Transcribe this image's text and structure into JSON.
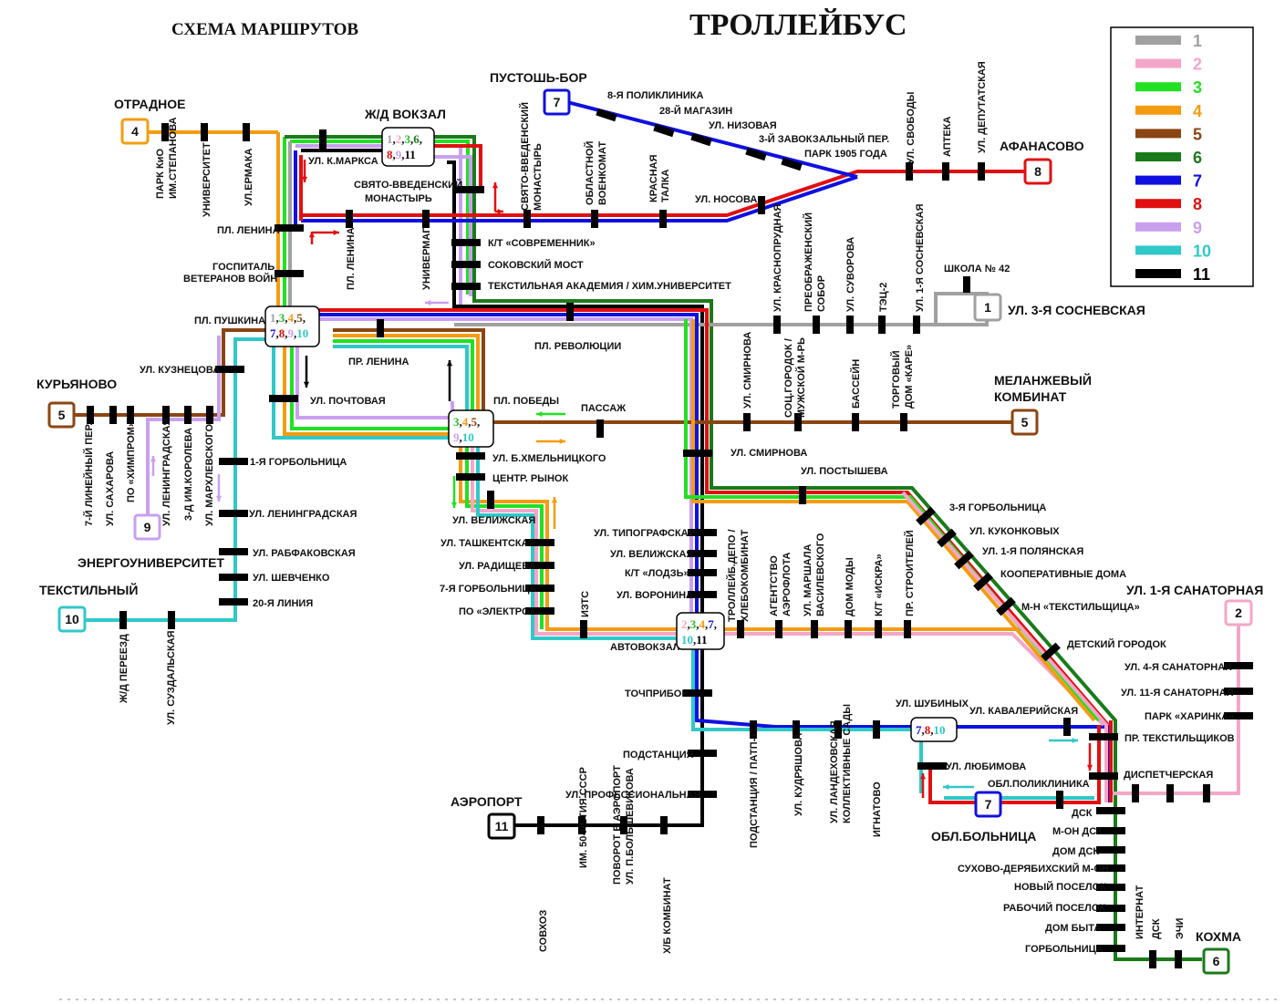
{
  "title_left": "СХЕМА МАРШРУТОВ",
  "title_right": "ТРОЛЛЕЙБУС",
  "legend": [
    {
      "label": "1",
      "color": "#a0a0a0"
    },
    {
      "label": "2",
      "color": "#f4a6c8"
    },
    {
      "label": "3",
      "color": "#22e022"
    },
    {
      "label": "4",
      "color": "#f39c12"
    },
    {
      "label": "5",
      "color": "#8b4513"
    },
    {
      "label": "6",
      "color": "#1a7a1a"
    },
    {
      "label": "7",
      "color": "#1010e0"
    },
    {
      "label": "8",
      "color": "#e01010"
    },
    {
      "label": "9",
      "color": "#c9a0f0"
    },
    {
      "label": "10",
      "color": "#30c8c8"
    },
    {
      "label": "11",
      "color": "#000000"
    }
  ],
  "terminals": {
    "otradnoe": {
      "name": "ОТРАДНОЕ",
      "num": "4"
    },
    "pustosh": {
      "name": "ПУСТОШЬ-БОР",
      "num": "7"
    },
    "afanasovo": {
      "name": "АФАНАСОВО",
      "num": "8"
    },
    "sosnevskaya": {
      "name": "УЛ. 3-Я СОСНЕВСКАЯ",
      "num": "1"
    },
    "kuryanovo": {
      "name": "КУРЬЯНОВО",
      "num": "5"
    },
    "melanzh": {
      "name": "МЕЛАНЖЕВЫЙ",
      "name2": "КОМБИНАТ",
      "num": "5"
    },
    "energo": {
      "name": "ЭНЕРГОУНИВЕРСИТЕТ",
      "num": "9"
    },
    "textilny": {
      "name": "ТЕКСТИЛЬНЫЙ",
      "num": "10"
    },
    "sanatornaya": {
      "name": "УЛ. 1-Я САНАТОРНАЯ",
      "num": "2"
    },
    "aeroport": {
      "name": "АЭРОПОРТ",
      "num": "11"
    },
    "oblbolnica": {
      "name": "ОБЛ.БОЛЬНИЦА",
      "num": "7"
    },
    "kohma": {
      "name": "КОХМА",
      "num": "6"
    }
  },
  "hubs": {
    "vokzal": {
      "name": "Ж/Д ВОКЗАЛ",
      "row1": [
        [
          "1",
          "#a0a0a0"
        ],
        [
          ",",
          ""
        ],
        [
          "2",
          "#f4a6c8"
        ],
        [
          ",",
          ""
        ],
        [
          "3",
          "#22c022"
        ],
        [
          ",",
          ""
        ],
        [
          "6",
          "#1a7a1a"
        ],
        [
          ",",
          ""
        ]
      ],
      "row2": [
        [
          "8",
          "#e01010"
        ],
        [
          ",",
          ""
        ],
        [
          "9",
          "#c9a0f0"
        ],
        [
          ",",
          ""
        ],
        [
          "11",
          "#000000"
        ]
      ]
    },
    "pushkina": {
      "row1": [
        [
          "1",
          "#a0a0a0"
        ],
        [
          ",",
          ""
        ],
        [
          "3",
          "#22c022"
        ],
        [
          ",",
          ""
        ],
        [
          "4",
          "#f39c12"
        ],
        [
          ",",
          ""
        ],
        [
          "5",
          "#8b4513"
        ],
        [
          ",",
          ""
        ]
      ],
      "row2": [
        [
          "7",
          "#1010e0"
        ],
        [
          ",",
          ""
        ],
        [
          "8",
          "#e01010"
        ],
        [
          ",",
          ""
        ],
        [
          "9",
          "#c9a0f0"
        ],
        [
          ",",
          ""
        ],
        [
          "10",
          "#30c8c8"
        ]
      ]
    },
    "pobedy": {
      "row1": [
        [
          "3",
          "#22c022"
        ],
        [
          ",",
          ""
        ],
        [
          "4",
          "#f39c12"
        ],
        [
          ",",
          ""
        ],
        [
          "5",
          "#8b4513"
        ],
        [
          ",",
          ""
        ]
      ],
      "row2": [
        [
          "9",
          "#c9a0f0"
        ],
        [
          ",",
          ""
        ],
        [
          "10",
          "#30c8c8"
        ]
      ]
    },
    "avtovokzal": {
      "row1": [
        [
          "2",
          "#f4a6c8"
        ],
        [
          ",",
          ""
        ],
        [
          "3",
          "#22c022"
        ],
        [
          ",",
          ""
        ],
        [
          "4",
          "#f39c12"
        ],
        [
          ",",
          ""
        ],
        [
          "7",
          "#1010e0"
        ],
        [
          ",",
          ""
        ]
      ],
      "row2": [
        [
          "10",
          "#30c8c8"
        ],
        [
          ",",
          ""
        ],
        [
          "11",
          "#000000"
        ]
      ]
    },
    "shubinyh": {
      "row1": [
        [
          "7",
          "#1010e0"
        ],
        [
          ",",
          ""
        ],
        [
          "8",
          "#e01010"
        ],
        [
          ",",
          ""
        ],
        [
          "10",
          "#30c8c8"
        ]
      ]
    }
  },
  "stops_h": [
    "УЛ. К.МАРКСА",
    "СВЯТО-ВВЕДЕНСКИЙ",
    "МОНАСТЫРЬ",
    "ПЛ. ЛЕНИНА",
    "ГОСПИТАЛЬ",
    "ВЕТЕРАНОВ ВОЙН",
    "ПЛ. ПУШКИНА",
    "К/Т «СОВРЕМЕННИК»",
    "СОКОВСКИЙ МОСТ",
    "ТЕКСТИЛЬНАЯ АКАДЕМИЯ / ХИМ.УНИВЕРСИТЕТ",
    "ПЛ. РЕВОЛЮЦИИ",
    "ПР. ЛЕНИНА",
    "УЛ. ПОЧТОВАЯ",
    "УЛ. КУЗНЕЦОВА",
    "ПЛ. ПОБЕДЫ",
    "ПАССАЖ",
    "УЛ. Б.ХМЕЛЬНИЦКОГО",
    "ЦЕНТР. РЫНОК",
    "УЛ. ВЕЛИЖСКАЯ",
    "УЛ. ТАШКЕНТСКАЯ",
    "УЛ. РАДИЩЕВА",
    "7-Я ГОРБОЛЬНИЦА",
    "ПО «ЭЛЕКТРО»",
    "1-Я ГОРБОЛЬНИЦА",
    "УЛ. ЛЕНИНГРАДСКАЯ",
    "УЛ. РАБФАКОВСКАЯ",
    "УЛ. ШЕВЧЕНКО",
    "20-Я ЛИНИЯ",
    "УЛ. СМИРНОВА",
    "УЛ. ПОСТЫШЕВА",
    "3-Я ГОРБОЛЬНИЦА",
    "УЛ. КУКОНКОВЫХ",
    "УЛ. 1-Я ПОЛЯНСКАЯ",
    "КООПЕРАТИВНЫЕ ДОМА",
    "М-Н «ТЕКСТИЛЬЩИЦА»",
    "ДЕТСКИЙ ГОРОДОК",
    "УЛ. ТИПОГРАФСКАЯ",
    "УЛ. ВЕЛИЖСКАЯ",
    "К/Т «ЛОДЗЬ»",
    "УЛ. ВОРОНИНА",
    "АВТОВОКЗАЛ",
    "ТОЧПРИБОР",
    "ПОДСТАНЦИЯ",
    "УЛ. ПРОФЕССИОНАЛЬНАЯ",
    "УЛ. ШУБИНЫХ",
    "УЛ. КАВАЛЕРИЙСКАЯ",
    "ПР. ТЕКСТИЛЬЩИКОВ",
    "УЛ. ЛЮБИМОВА",
    "ОБЛ.ПОЛИКЛИНИКА",
    "ДИСПЕТЧЕРСКАЯ",
    "ДСК",
    "М-ОН ДСК",
    "ДОМ ДСК",
    "СУХОВО-ДЕРЯБИХСКИЙ М-ОН",
    "НОВЫЙ ПОСЕЛОК",
    "РАБОЧИЙ ПОСЕЛОК",
    "ДОМ БЫТА",
    "ГОРБОЛЬНИЦА",
    "УЛ. 4-Я САНАТОРНАЯ",
    "УЛ. 11-Я САНАТОРНАЯ",
    "ПАРК «ХАРИНКА»",
    "8-Я ПОЛИКЛИНИКА",
    "28-Й МАГАЗИН",
    "УЛ. НИЗОВАЯ",
    "3-Й ЗАВОКЗАЛЬНЫЙ ПЕР.",
    "ПАРК 1905 ГОДА",
    "УЛ. НОСОВА",
    "ШКОЛА № 42"
  ],
  "stops_v": [
    "ПАРК КиО",
    "ИМ.СТЕПАНОВА",
    "УНИВЕРСИТЕТ",
    "УЛ.ЕРМАКА",
    "ПЛ. ЛЕНИНА",
    "УНИВЕРМАГ",
    "СВЯТО-ВВЕДЕНСКИЙ",
    "МОНАСТЫРЬ",
    "ОБЛАСТНОЙ",
    "ВОЕНКОМАТ",
    "КРАСНАЯ",
    "ТАЛКА",
    "УЛ. СВОБОДЫ",
    "АПТЕКА",
    "УЛ. ДЕПУТАТСКАЯ",
    "УЛ. КРАСНОПРУДНАЯ",
    "ПРЕОБРАЖЕНСКИЙ",
    "СОБОР",
    "УЛ. СУВОРОВА",
    "ТЭЦ-2",
    "УЛ. 1-Я СОСНЕВСКАЯ",
    "УЛ. СМИРНОВА",
    "СОЦ.ГОРОДОК /",
    "МУЖСКОЙ М-РЬ",
    "БАССЕЙН",
    "ТОРГОВЫЙ",
    "ДОМ «КАРЕ»",
    "7-Й ЛИНЕЙНЫЙ ПЕР.",
    "УЛ. САХАРОВА",
    "ПО «ХИМПРОМ»",
    "УЛ. ЛЕНИНГРАДСКАЯ",
    "3-Д ИМ.КОРОЛЕВА",
    "УЛ. МАРХЛЕВСКОГО",
    "Ж/Д ПЕРЕЕЗД",
    "УЛ. СУЗДАЛЬСКАЯ",
    "ИЗТС",
    "ТРОЛЛЕЙБ.ДЕПО /",
    "ХЛЕБОКОМБИНАТ",
    "АГЕНТСТВО",
    "АЭРОФЛОТА",
    "УЛ. МАРШАЛА",
    "ВАСИЛЕВСКОГО",
    "ДОМ МОДЫ",
    "К/Т «ИСКРА»",
    "ПР. СТРОИТЕЛЕЙ",
    "ПОДСТАНЦИЯ / ПАТП-1",
    "УЛ. КУДРЯШОВА",
    "УЛ. ЛАНДЕХОВСКАЯ",
    "КОЛЛЕКТИВНЫЕ САДЫ",
    "ИГНАТОВО",
    "СОВХОЗ",
    "ИМ. 50-ЛЕТИЯ СССР",
    "ПОВОРОТ В АЭРОПОРТ",
    "УЛ. П.БОЛЬШЕВИКОВА",
    "Х/Б КОМБИНАТ",
    "ИНТЕРНАТ",
    "ДСК",
    "ЭЧИ"
  ]
}
